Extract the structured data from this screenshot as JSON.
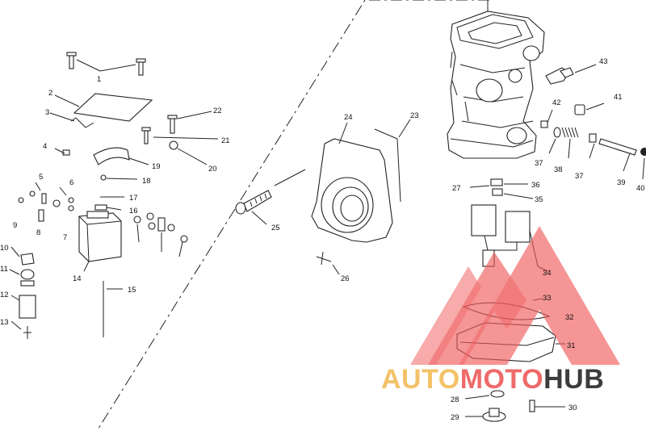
{
  "labels": [
    "1",
    "2",
    "3",
    "4",
    "5",
    "6",
    "7",
    "8",
    "9",
    "10",
    "11",
    "12",
    "13",
    "14",
    "15",
    "16",
    "17",
    "18",
    "19",
    "20",
    "21",
    "22",
    "23",
    "24",
    "25",
    "26",
    "27",
    "28",
    "29",
    "30",
    "31",
    "32",
    "33",
    "34",
    "35",
    "36",
    "37",
    "38",
    "39",
    "40",
    "41",
    "42",
    "43"
  ],
  "watermark": {
    "part1": "AUTO",
    "part2": "MOTO",
    "part3": "HUB",
    "colors": {
      "auto": "#f3c268",
      "moto": "#ef6a6a",
      "hub": "#3c3c3c",
      "logo": "#ef5a5a"
    }
  }
}
